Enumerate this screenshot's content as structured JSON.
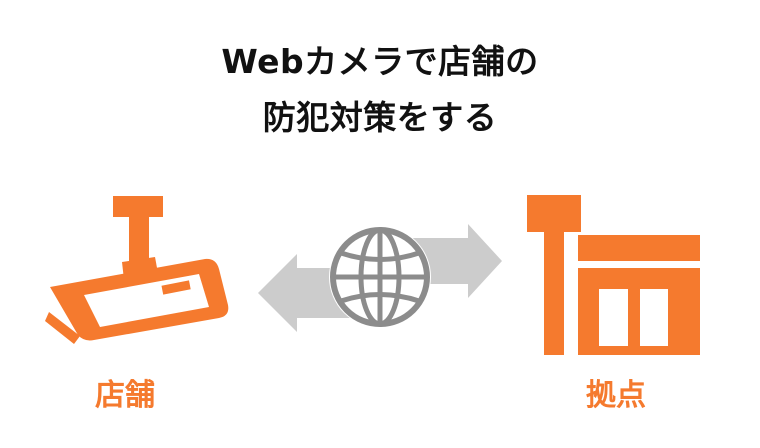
{
  "title": {
    "line1": "Webカメラで店舗の",
    "line2": "防犯対策をする"
  },
  "labels": {
    "store": "店舗",
    "base": "拠点"
  },
  "icons": {
    "camera": "security-camera-icon",
    "globe": "globe-icon",
    "arrows": "bidirectional-arrows",
    "building": "store-building-icon"
  },
  "colors": {
    "accent": "#F57A2E",
    "gray": "#CCCCCC",
    "globe": "#8C8C8C",
    "text": "#111111"
  }
}
